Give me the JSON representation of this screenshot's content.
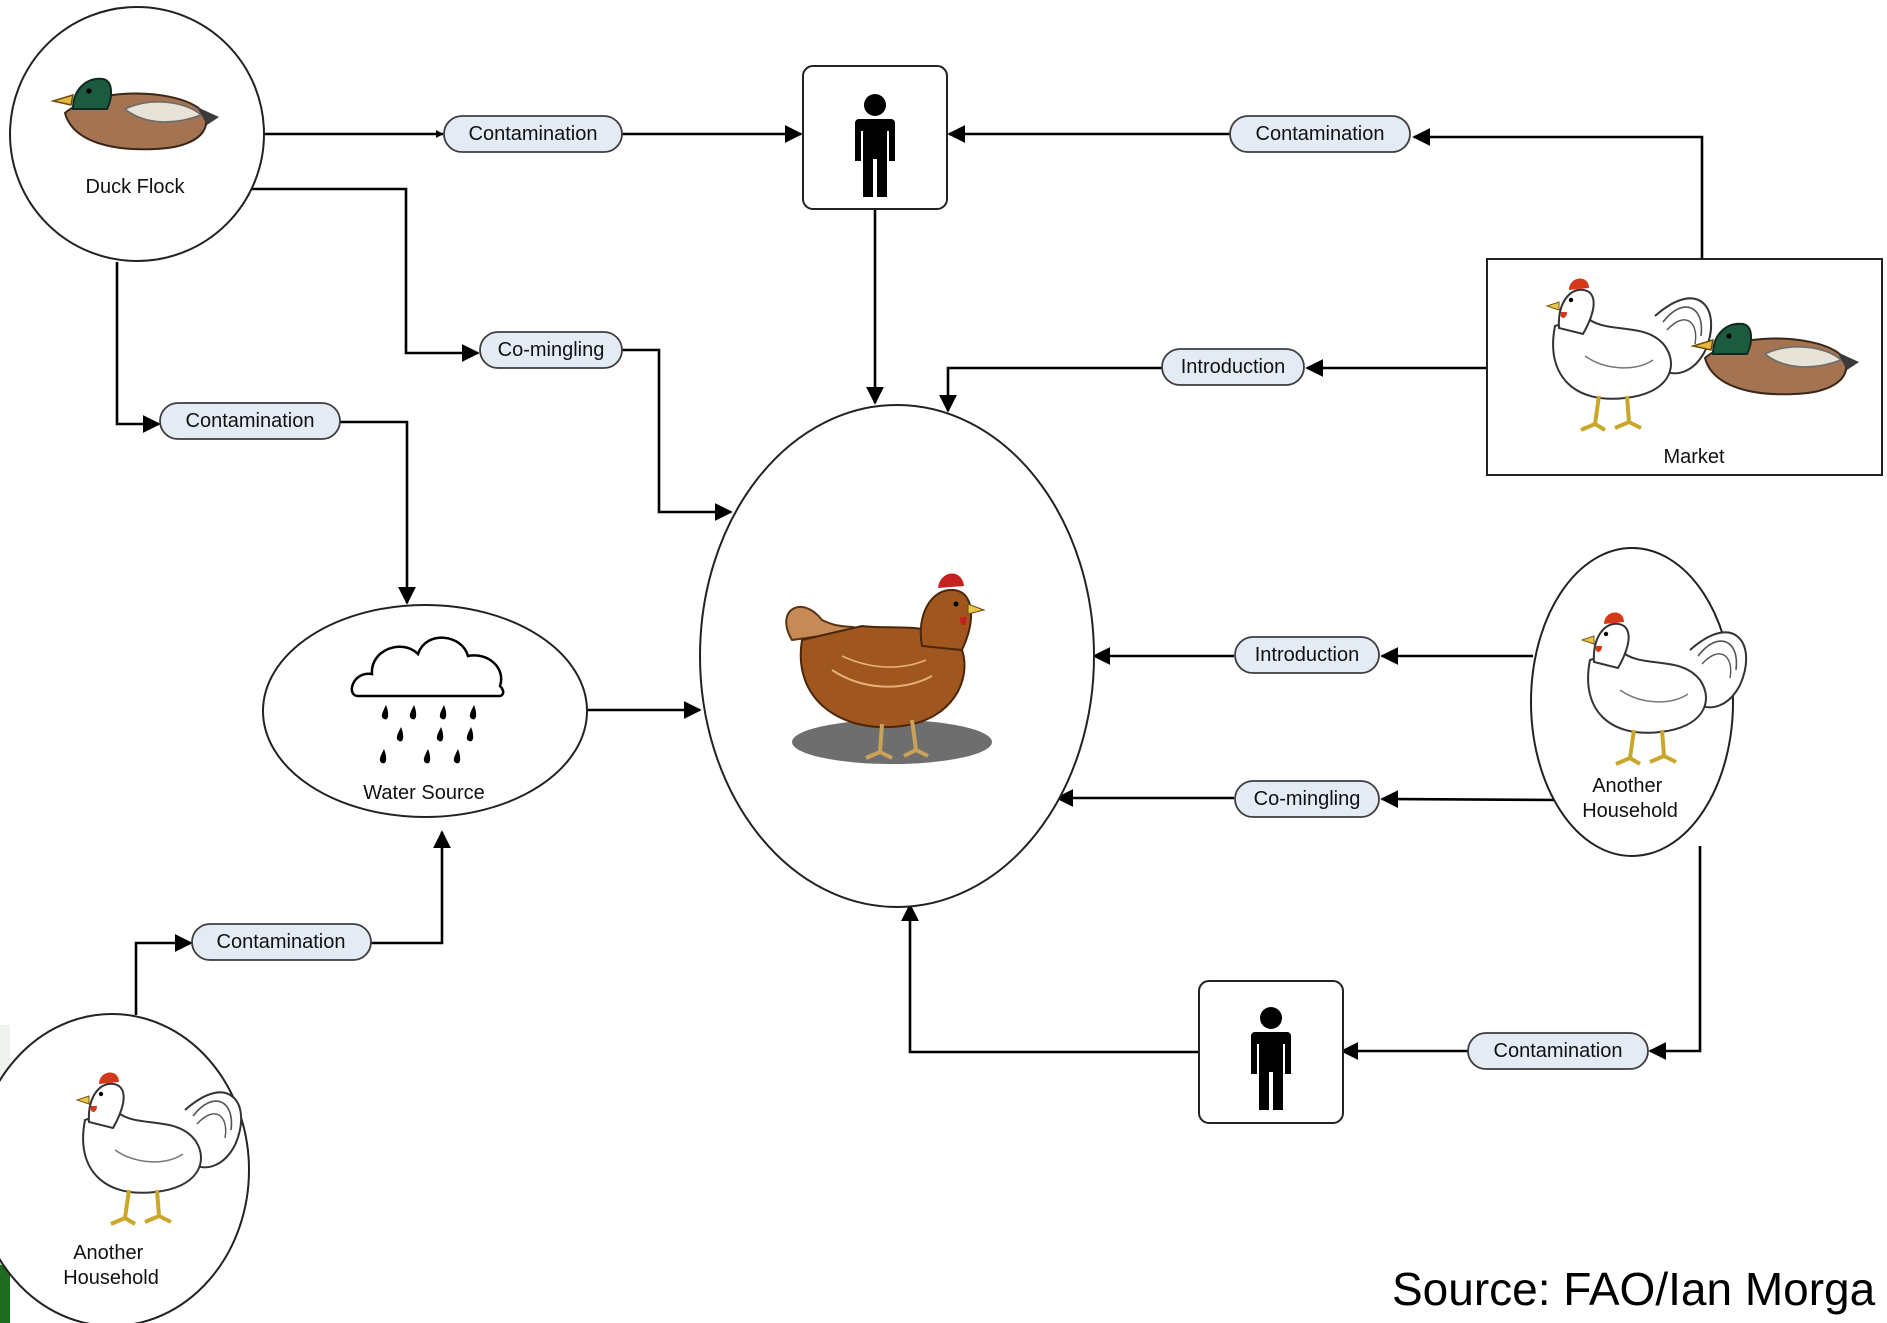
{
  "nodes": {
    "duck_flock": "Duck Flock",
    "water_source": "Water Source",
    "market": "Market",
    "household_right": [
      "Another",
      "Household"
    ],
    "household_bottom": [
      "Another",
      "Household"
    ]
  },
  "edge_labels": {
    "duck_to_person": "Contamination",
    "market_to_person": "Contamination",
    "duck_comingling": "Co-mingling",
    "duck_to_water": "Contamination",
    "market_introduction": "Introduction",
    "household_introduction": "Introduction",
    "household_comingling": "Co-mingling",
    "household_to_water": "Contamination",
    "household_to_person": "Contamination"
  },
  "source_text": "Source: FAO/Ian Morga",
  "colors": {
    "pill_fill": "#e4ebf5",
    "accent_green": "#2e7d32"
  },
  "icons": [
    "duck-icon",
    "person-icon",
    "chicken-icon",
    "hen-icon",
    "rain-cloud-icon"
  ]
}
